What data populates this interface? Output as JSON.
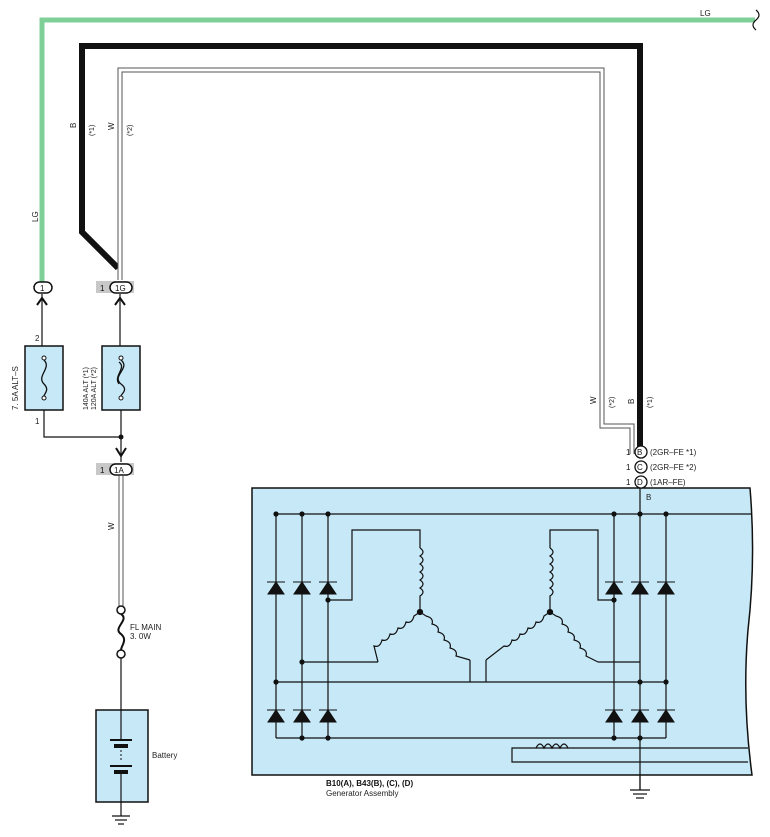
{
  "wires": {
    "lg_top": "LG",
    "lg_left": "LG",
    "b_left": "B",
    "b_left_note": "(*1)",
    "w_left": "W",
    "w_left_note": "(*2)",
    "w_right": "W",
    "w_right_note": "(*2)",
    "b_right": "B",
    "b_right_note": "(*1)",
    "b_gen": "B",
    "w_lower": "W"
  },
  "connectors": {
    "c1_pin": "1",
    "c1g_num": "1",
    "c1g_pin": "1G",
    "c1a_num": "1",
    "c1a_pin": "1A"
  },
  "fuses": {
    "alt_s_name": "7. 5A ALT–S",
    "alt_s_pin2": "2",
    "alt_s_pin1": "1",
    "alt_line1": "140A ALT (*1)",
    "alt_line2": "120A ALT (*2)",
    "fl_main_line1": "FL MAIN",
    "fl_main_line2": "3. 0W"
  },
  "battery": {
    "label": "Battery"
  },
  "generator": {
    "pin_b_num": "1",
    "pin_b": "B",
    "pin_b_note": "(2GR–FE *1)",
    "pin_c_num": "1",
    "pin_c": "C",
    "pin_c_note": "(2GR–FE *2)",
    "pin_d_num": "1",
    "pin_d": "D",
    "pin_d_note": "(1AR–FE)",
    "name_line1": "B10(A), B43(B), (C), (D)",
    "name_line2": "Generator Assembly"
  },
  "colors": {
    "lg_wire": "#7fcf99",
    "box_fill": "#c6e8f7",
    "pin_fill": "#c8c8c8"
  }
}
